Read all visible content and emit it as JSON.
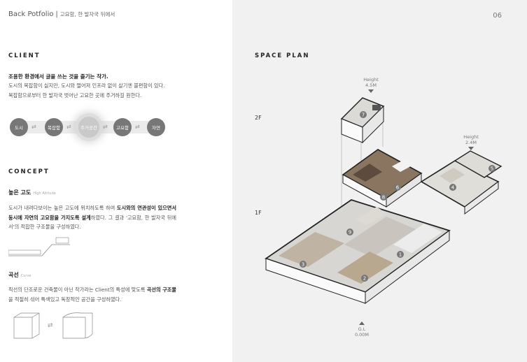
{
  "header": {
    "brand": "Back Potfolio",
    "separator": " | ",
    "subtitle": "고요함, 한 발자국 뒤에서",
    "page_number": "06"
  },
  "client": {
    "title": "CLIENT",
    "lead": "조용한 환경에서 글을 쓰는 것을 즐기는 작가.",
    "line1": "도시의 복잡함이 싫지만, 도시와 떨어져 인프라 없이 살기엔 불편함이 있다.",
    "line2": "복잡함으로부터 한 발자국 벗어난 고요한 곳에 주거하길 원한다.",
    "flow": [
      "도시",
      "복잡함",
      "주거공간",
      "고요함",
      "자연"
    ]
  },
  "concept": {
    "title": "CONCEPT",
    "item1": {
      "title": "높은 고도",
      "title_en": "High Altitude",
      "t1": "도시가 내려다보이는 높은 고도에 위치하도록 하여 ",
      "b1": "도시와의 연관성이 있으면서 동시에 자연의 고요함을 가지도록 설계",
      "t2": "하였다. 그 결과 '고요함, 한 발자국 뒤에서'의 적합한 구조물을 구성하였다."
    },
    "item2": {
      "title": "곡선",
      "title_en": "Curve",
      "t1": "직선의 단조로운 건축물이 아닌 작가라는 Client의 특성에 맞도록 ",
      "b1": "곡선의 구조물",
      "t2": "을 적절히 섞어 특색있고 독창적인 공간을 구성하였다."
    }
  },
  "plan": {
    "title": "SPACE PLAN",
    "floor2": "2F",
    "floor1": "1F",
    "height_top": {
      "label": "Height",
      "value": "4.5M"
    },
    "height_right": {
      "label": "Height",
      "value": "2.4M"
    },
    "ground": {
      "label": "G.L",
      "value": "0.00M"
    },
    "rooms": [
      "1",
      "2",
      "3",
      "4",
      "5",
      "6",
      "7",
      "8",
      "9"
    ]
  },
  "colors": {
    "right_bg": "#f1f1f1",
    "node": "#777777",
    "wall": "#2a2a2a",
    "floor_wood": "#b9a890",
    "floor_light": "#dcdad6"
  }
}
